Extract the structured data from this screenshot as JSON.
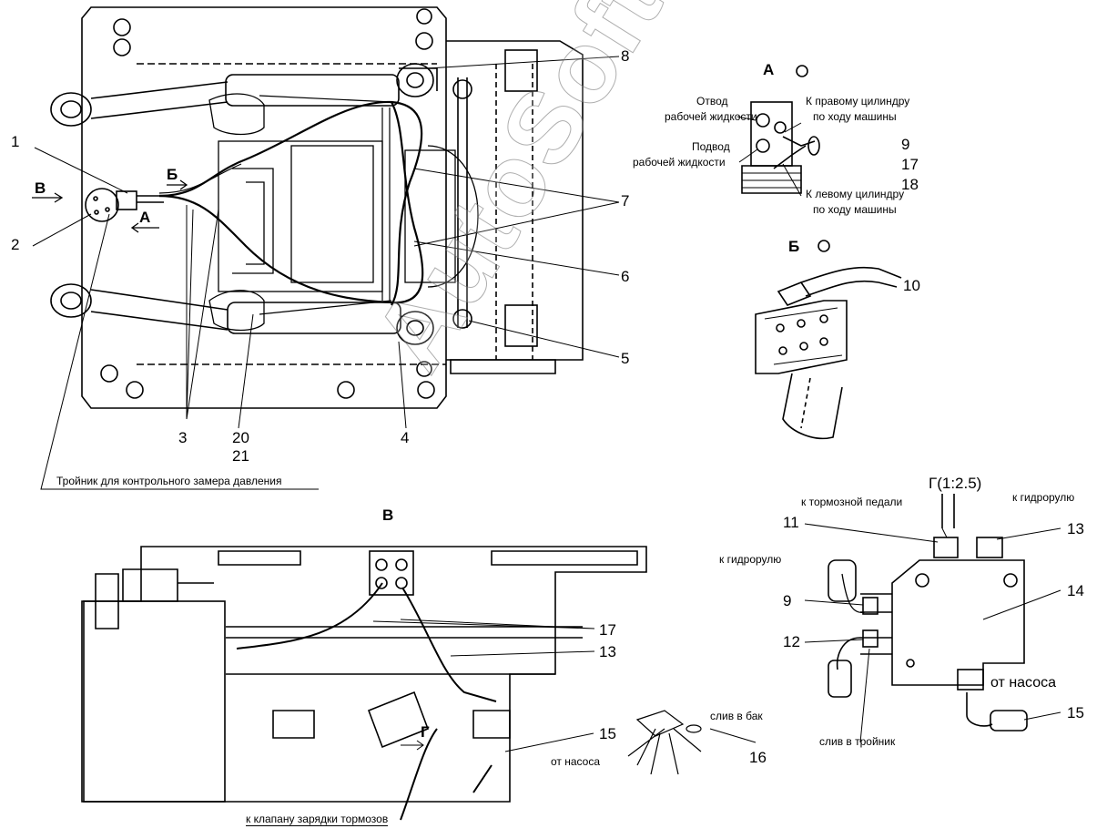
{
  "watermark": "AutoSoft",
  "views": {
    "view_a": "А",
    "view_b": "Б",
    "view_v": "В",
    "view_g": "Г(1:2.5)"
  },
  "arrows": {
    "arrow_v": "В",
    "arrow_b": "Б",
    "arrow_a": "А",
    "arrow_g": "Г"
  },
  "callouts": [
    "1",
    "2",
    "3",
    "4",
    "5",
    "6",
    "7",
    "8",
    "9",
    "10",
    "11",
    "12",
    "13",
    "14",
    "15",
    "16",
    "17",
    "18",
    "20",
    "21"
  ],
  "callouts_extra": {
    "n17_bottom": "17",
    "n13_bottom": "13",
    "n15_bottom": "15",
    "n15_right": "15",
    "n9_right": "9",
    "n13_right": "13"
  },
  "captions": {
    "tee": "Тройник для контрольного замера давления",
    "otvod_1": "Отвод",
    "otvod_2": "рабочей жидкости",
    "podvod_1": "Подвод",
    "podvod_2": "рабочей жидкости",
    "right_cyl_1": "К правому цилиндру",
    "right_cyl_2": "по ходу машины",
    "left_cyl_1": "К левому цилиндру",
    "left_cyl_2": "по ходу машины",
    "brake_pedal": "к тормозной педали",
    "to_steering_top": "к гидрорулю",
    "to_steering_left": "к гидрорулю",
    "from_pump_right": "от насоса",
    "drain_tee": "слив в тройник",
    "drain_tank": "слив в бак",
    "from_pump_bottom": "от насоса",
    "brake_valve": "к клапану зарядки тормозов"
  }
}
